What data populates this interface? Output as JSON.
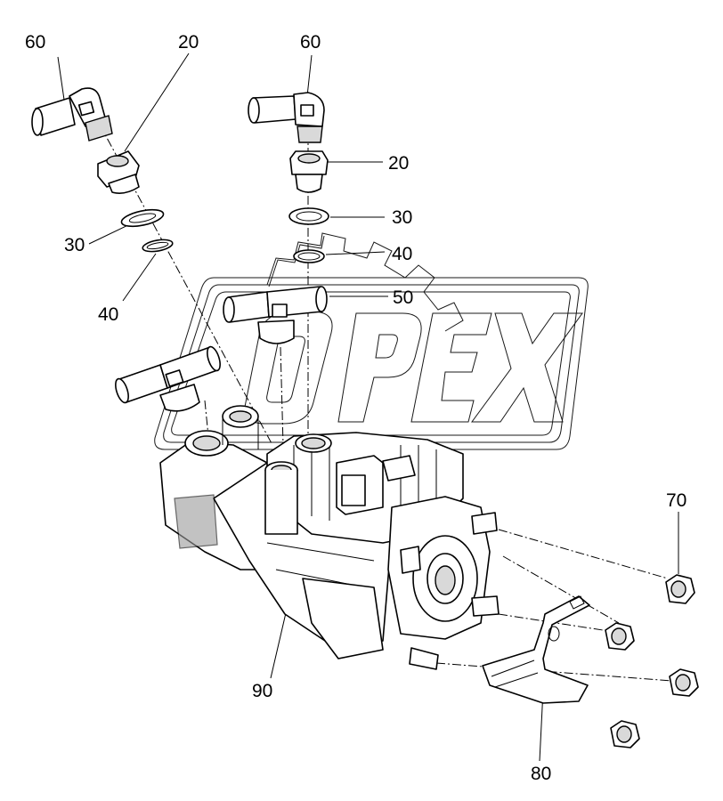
{
  "watermark": {
    "text": "OPEX"
  },
  "callouts": {
    "c60a": "60",
    "c20a": "20",
    "c60b": "60",
    "c20b": "20",
    "c30a": "30",
    "c30b": "30",
    "c40a": "40",
    "c40b": "40",
    "c50": "50",
    "c70": "70",
    "c90": "90",
    "c80": "80"
  }
}
